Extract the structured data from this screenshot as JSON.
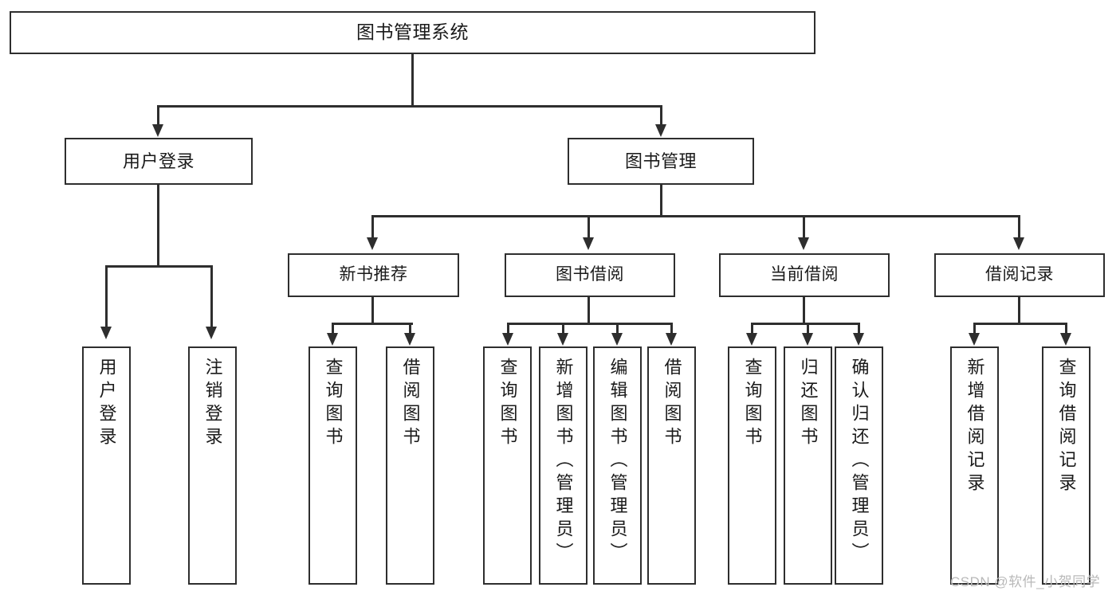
{
  "diagram": {
    "title": "图书管理系统",
    "type": "tree-hierarchy",
    "root": {
      "id": "root",
      "label": "图书管理系统"
    },
    "level2": [
      {
        "id": "user-login",
        "label": "用户登录"
      },
      {
        "id": "book-manage",
        "label": "图书管理"
      }
    ],
    "level3": [
      {
        "id": "new-book-recommend",
        "label": "新书推荐",
        "parent": "book-manage"
      },
      {
        "id": "book-borrow",
        "label": "图书借阅",
        "parent": "book-manage"
      },
      {
        "id": "current-borrow",
        "label": "当前借阅",
        "parent": "book-manage"
      },
      {
        "id": "borrow-record",
        "label": "借阅记录",
        "parent": "book-manage"
      }
    ],
    "leaves": [
      {
        "id": "leaf-user-login",
        "label": "用户登录",
        "parent": "user-login"
      },
      {
        "id": "leaf-logout-login",
        "label": "注销登录",
        "parent": "user-login"
      },
      {
        "id": "leaf-query-book-1",
        "label": "查询图书",
        "parent": "new-book-recommend"
      },
      {
        "id": "leaf-borrow-book-1",
        "label": "借阅图书",
        "parent": "new-book-recommend"
      },
      {
        "id": "leaf-query-book-2",
        "label": "查询图书",
        "parent": "book-borrow"
      },
      {
        "id": "leaf-add-book",
        "label": "新增图书（管理员）",
        "parent": "book-borrow"
      },
      {
        "id": "leaf-edit-book",
        "label": "编辑图书（管理员）",
        "parent": "book-borrow"
      },
      {
        "id": "leaf-borrow-book-2",
        "label": "借阅图书",
        "parent": "book-borrow"
      },
      {
        "id": "leaf-query-book-3",
        "label": "查询图书",
        "parent": "current-borrow"
      },
      {
        "id": "leaf-return-book",
        "label": "归还图书",
        "parent": "current-borrow"
      },
      {
        "id": "leaf-confirm-return",
        "label": "确认归还（管理员）",
        "parent": "current-borrow"
      },
      {
        "id": "leaf-add-record",
        "label": "新增借阅记录",
        "parent": "borrow-record"
      },
      {
        "id": "leaf-query-record",
        "label": "查询借阅记录",
        "parent": "borrow-record"
      }
    ]
  },
  "watermark": {
    "text": "CSDN @软件_小贺同学"
  },
  "colors": {
    "stroke": "#2e2e2e",
    "fill": "#ffffff",
    "text": "#1a1a1a",
    "watermark": "#b9b9b9"
  }
}
